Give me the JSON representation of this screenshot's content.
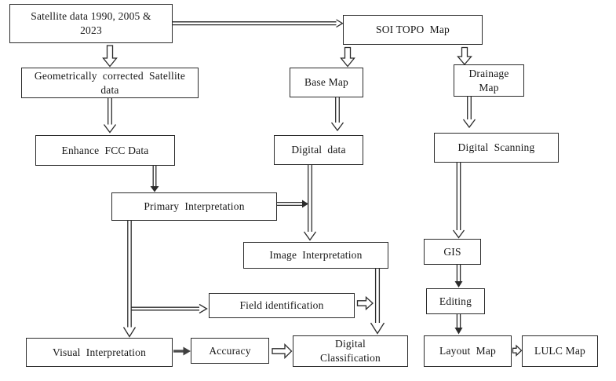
{
  "diagram": {
    "type": "flowchart",
    "background_color": "#ffffff",
    "line_color": "#2b2b2b",
    "nodes": {
      "satellite": {
        "label": "Satellite data 1990, 2005 &\n2023"
      },
      "soi_topo": {
        "label": "SOI TOPO  Map"
      },
      "geo_corrected": {
        "label": "Geometrically  corrected  Satellite\ndata"
      },
      "base_map": {
        "label": "Base Map"
      },
      "drainage_map": {
        "label": "Drainage\nMap"
      },
      "enhance_fcc": {
        "label": "Enhance  FCC Data"
      },
      "digital_data": {
        "label": "Digital  data"
      },
      "digital_scanning": {
        "label": "Digital  Scanning"
      },
      "primary_interpretation": {
        "label": "Primary  Interpretation"
      },
      "image_interpretation": {
        "label": "Image  Interpretation"
      },
      "gis": {
        "label": "GIS"
      },
      "field_identification": {
        "label": "Field identification"
      },
      "editing": {
        "label": "Editing"
      },
      "visual_interpretation": {
        "label": "Visual  Interpretation"
      },
      "accuracy": {
        "label": "Accuracy"
      },
      "digital_classification": {
        "label": "Digital\nClassification"
      },
      "layout_map": {
        "label": "Layout  Map"
      },
      "lulc_map": {
        "label": "LULC Map"
      }
    },
    "edges": [
      {
        "from": "satellite",
        "to": "soi_topo",
        "style": "double-line"
      },
      {
        "from": "satellite",
        "to": "geo_corrected",
        "style": "hollow-block"
      },
      {
        "from": "geo_corrected",
        "to": "enhance_fcc",
        "style": "double-line"
      },
      {
        "from": "soi_topo",
        "to": "base_map",
        "style": "hollow-block"
      },
      {
        "from": "soi_topo",
        "to": "drainage_map",
        "style": "hollow-block"
      },
      {
        "from": "base_map",
        "to": "digital_data",
        "style": "double-line"
      },
      {
        "from": "drainage_map",
        "to": "digital_scanning",
        "style": "double-line"
      },
      {
        "from": "enhance_fcc",
        "to": "primary_interpretation",
        "style": "double-line"
      },
      {
        "from": "primary_interpretation",
        "to": "image_interpretation",
        "style": "double-line"
      },
      {
        "from": "digital_data",
        "to": "image_interpretation",
        "style": "double-line"
      },
      {
        "from": "digital_scanning",
        "to": "gis",
        "style": "double-line"
      },
      {
        "from": "primary_interpretation",
        "to": "field_identification",
        "style": "double-line"
      },
      {
        "from": "primary_interpretation",
        "to": "visual_interpretation",
        "style": "double-line"
      },
      {
        "from": "image_interpretation",
        "to": "digital_classification",
        "style": "double-line"
      },
      {
        "from": "field_identification",
        "to": "digital_classification",
        "style": "hollow-block"
      },
      {
        "from": "visual_interpretation",
        "to": "accuracy",
        "style": "solid"
      },
      {
        "from": "accuracy",
        "to": "digital_classification",
        "style": "hollow-block"
      },
      {
        "from": "gis",
        "to": "editing",
        "style": "double-line"
      },
      {
        "from": "editing",
        "to": "layout_map",
        "style": "double-line"
      },
      {
        "from": "layout_map",
        "to": "lulc_map",
        "style": "hollow-block"
      }
    ]
  }
}
